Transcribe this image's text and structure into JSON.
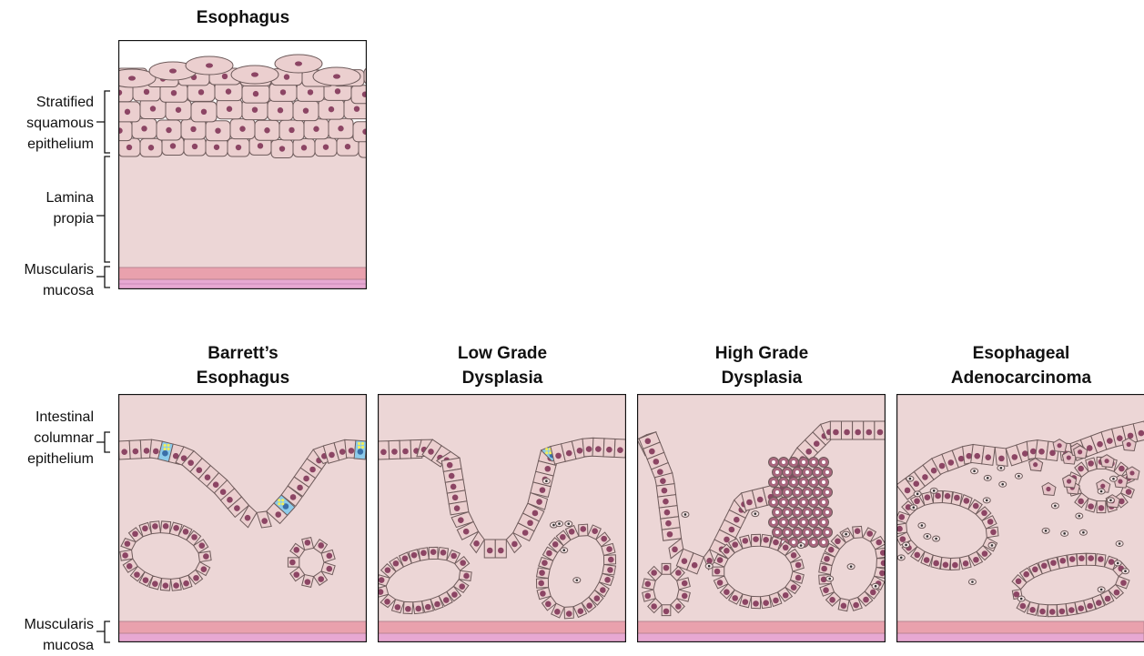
{
  "panels": {
    "esophagus": "Esophagus",
    "barretts": "Barrett’s\nEsophagus",
    "low_grade": "Low Grade\nDysplasia",
    "high_grade": "High Grade\nDysplasia",
    "adenocarcinoma": "Esophageal\nAdenocarcinoma"
  },
  "labels": {
    "squamous": "Stratified\nsquamous\nepithelium",
    "lamina": "Lamina\npropia",
    "muscularis_top": "Muscularis\nmucosa",
    "columnar": "Intestinal\ncolumnar\nepithelium",
    "muscularis_bottom": "Muscularis\nmucosa"
  },
  "colors": {
    "lamina_propria": "#ecd6d6",
    "cell_fill": "#ebcfcf",
    "nucleus": "#8c4564",
    "goblet_cell": "#8ccbea",
    "muscularis": "#e9a1ad",
    "muscularis_lower": "#e7a8d2"
  }
}
